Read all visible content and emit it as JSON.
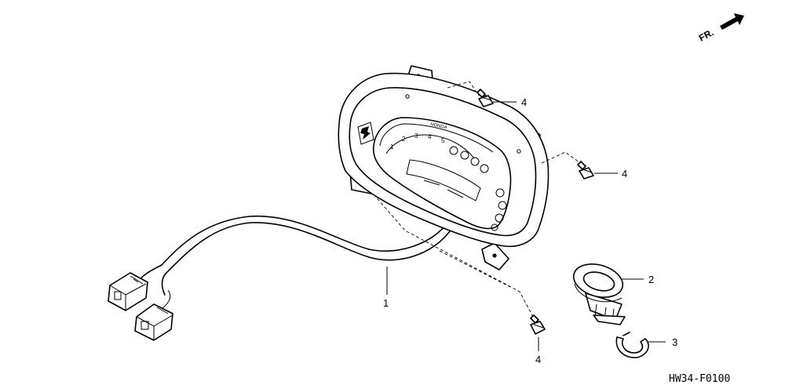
{
  "diagram": {
    "direction_marker": "FR.",
    "drawing_code": "HW34-F0100",
    "callouts": [
      {
        "id": "1",
        "part": "meter-assembly"
      },
      {
        "id": "2",
        "part": "grommet"
      },
      {
        "id": "3",
        "part": "clip"
      },
      {
        "id": "4",
        "part": "screw-top"
      },
      {
        "id": "4",
        "part": "screw-right"
      },
      {
        "id": "4",
        "part": "screw-bottom"
      }
    ],
    "dial": {
      "brand_text": "HONDA",
      "tach_numbers": [
        "1",
        "2",
        "3",
        "4",
        "5"
      ]
    }
  }
}
